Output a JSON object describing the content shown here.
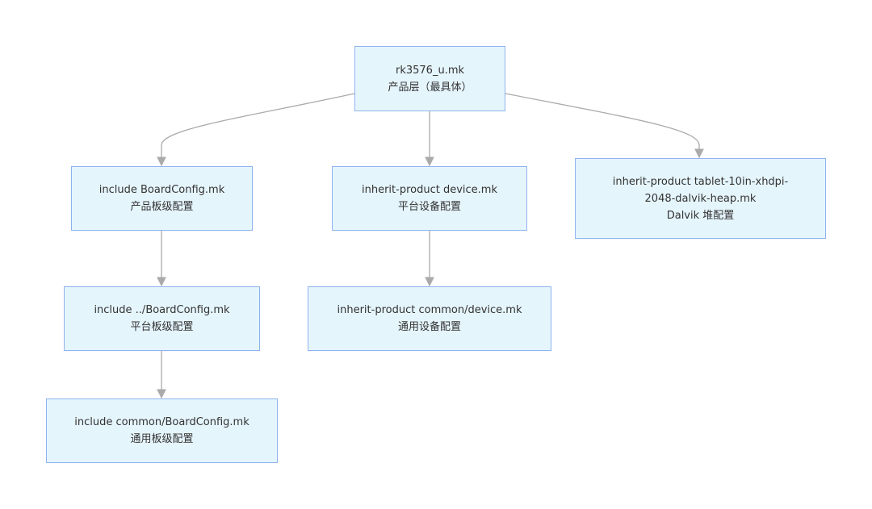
{
  "nodes": {
    "root": {
      "line1": "rk3576_u.mk",
      "line2": "产品层（最具体）"
    },
    "board_config": {
      "line1": "include BoardConfig.mk",
      "line2": "产品板级配置"
    },
    "device": {
      "line1": "inherit-product device.mk",
      "line2": "平台设备配置"
    },
    "dalvik": {
      "line1": "inherit-product tablet-10in-xhdpi-",
      "line2": "2048-dalvik-heap.mk",
      "line3": "Dalvik 堆配置"
    },
    "parent_board_config": {
      "line1": "include ../BoardConfig.mk",
      "line2": "平台板级配置"
    },
    "common_device": {
      "line1": "inherit-product common/device.mk",
      "line2": "通用设备配置"
    },
    "common_board_config": {
      "line1": "include common/BoardConfig.mk",
      "line2": "通用板级配置"
    }
  },
  "colors": {
    "node_fill": "#e5f5fc",
    "node_border": "#8fb3ee",
    "edge": "#aaaaaa",
    "text": "#333333"
  }
}
